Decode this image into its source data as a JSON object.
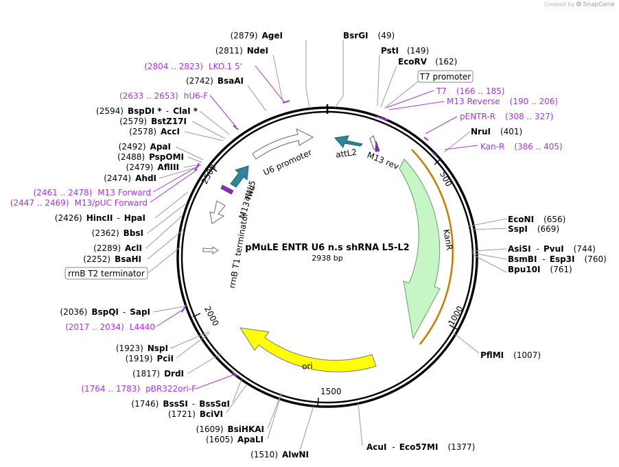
{
  "credit": {
    "prefix": "Created by",
    "brand": "SnapGene"
  },
  "plasmid": {
    "name": "pMuLE ENTR U6 n.s shRNA L5-L2",
    "size": "2938 bp"
  },
  "ticks": [
    "500",
    "1000",
    "1500",
    "2000",
    "2500"
  ],
  "features": {
    "attL2": "attL2",
    "m13rev": "M13 rev",
    "kanr": "KanR",
    "ori": "ori",
    "rrnb_t1": "rrnB T1 terminator",
    "m13fwd": "M13 fwd",
    "attL5": "attL5",
    "u6": "U6 promoter"
  },
  "boxed": {
    "t7promoter": "T7 promoter",
    "rrnb_t2": "rrnB T2 terminator"
  },
  "sites": {
    "agei": {
      "pos": "(2879)",
      "name": "AgeI"
    },
    "bsrgi": {
      "pos": "(49)",
      "name": "BsrGI"
    },
    "psti": {
      "pos": "(149)",
      "name": "PstI"
    },
    "ecorv": {
      "pos": "(162)",
      "name": "EcoRV"
    },
    "ndei": {
      "pos": "(2811)",
      "name": "NdeI"
    },
    "bsaai": {
      "pos": "(2742)",
      "name": "BsaAI"
    },
    "bspdi": {
      "pos": "(2594)",
      "name": "BspDI *",
      "alt": "ClaI *"
    },
    "bstz17i": {
      "pos": "(2579)",
      "name": "BstZ17I"
    },
    "acci": {
      "pos": "(2578)",
      "name": "AccI"
    },
    "apai": {
      "pos": "(2492)",
      "name": "ApaI"
    },
    "pspomi": {
      "pos": "(2488)",
      "name": "PspOMI"
    },
    "aflIII": {
      "pos": "(2479)",
      "name": "AflIII"
    },
    "ahdi": {
      "pos": "(2474)",
      "name": "AhdI"
    },
    "hincii": {
      "pos": "(2426)",
      "name": "HincII",
      "alt": "HpaI"
    },
    "bbsi": {
      "pos": "(2362)",
      "name": "BbsI"
    },
    "acli": {
      "pos": "(2289)",
      "name": "AclI"
    },
    "bsahi": {
      "pos": "(2252)",
      "name": "BsaHI"
    },
    "bspqi": {
      "pos": "(2036)",
      "name": "BspQI",
      "alt": "SapI"
    },
    "nspi": {
      "pos": "(1923)",
      "name": "NspI"
    },
    "pcii": {
      "pos": "(1919)",
      "name": "PciI"
    },
    "drdi": {
      "pos": "(1817)",
      "name": "DrdI"
    },
    "bsssi": {
      "pos": "(1746)",
      "name": "BssSI",
      "alt": "BssSαI"
    },
    "bcivi": {
      "pos": "(1721)",
      "name": "BciVI"
    },
    "bsihkai": {
      "pos": "(1609)",
      "name": "BsiHKAI"
    },
    "apali": {
      "pos": "(1605)",
      "name": "ApaLI"
    },
    "alwni": {
      "pos": "(1510)",
      "name": "AlwNI"
    },
    "acui": {
      "pos": "(1377)",
      "name": "AcuI",
      "alt": "Eco57MI"
    },
    "pflmi": {
      "pos": "(1007)",
      "name": "PflMI"
    },
    "bpu10i": {
      "pos": "(761)",
      "name": "Bpu10I"
    },
    "bsmbi": {
      "pos": "(760)",
      "name": "BsmBI",
      "alt": "Esp3I"
    },
    "asisi": {
      "pos": "(744)",
      "name": "AsiSI",
      "alt": "PvuI"
    },
    "sspi": {
      "pos": "(669)",
      "name": "SspI"
    },
    "econi": {
      "pos": "(656)",
      "name": "EcoNI"
    },
    "nrui": {
      "pos": "(401)",
      "name": "NruI"
    }
  },
  "primers": {
    "lko": {
      "range": "(2804 .. 2823)",
      "name": "LKO.1 5'"
    },
    "hu6f": {
      "range": "(2633 .. 2653)",
      "name": "hU6-F"
    },
    "m13forward": {
      "range": "(2461 .. 2478)",
      "name": "M13 Forward"
    },
    "m13puc": {
      "range": "(2447 .. 2469)",
      "name": "M13/pUC Forward"
    },
    "l4440": {
      "range": "(2017 .. 2034)",
      "name": "L4440"
    },
    "pbr322": {
      "range": "(1764 .. 1783)",
      "name": "pBR322ori-F"
    },
    "t7": {
      "range": "(166 .. 185)",
      "name": "T7"
    },
    "m13reverse": {
      "range": "(190 .. 206)",
      "name": "M13 Reverse"
    },
    "pentr": {
      "range": "(308 .. 327)",
      "name": "pENTR-R"
    },
    "kanr": {
      "range": "(386 .. 405)",
      "name": "Kan-R"
    }
  },
  "colors": {
    "backbone": "#000000",
    "attL": "#31849b",
    "kanr": "#c6f5c6",
    "ori": "#ffff00",
    "primer": "#a833d6",
    "highlight": "#e0a030",
    "leader": "#888888"
  }
}
